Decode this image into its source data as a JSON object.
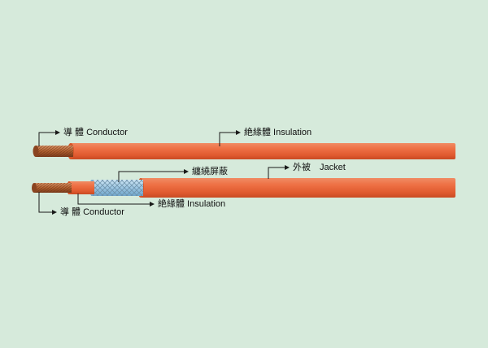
{
  "labels": {
    "conductor_top": "導 體 Conductor",
    "insulation_top": "絶緣體 Insulation",
    "shield": "纏繞屏蔽",
    "jacket": "外被　Jacket",
    "insulation_bottom": "絶緣體 Insulation",
    "conductor_bottom": "導 體 Conductor"
  },
  "colors": {
    "background": "#d6eadb",
    "jacket": "#e8653a",
    "copper": "#b5653a",
    "shield": "#9fc9e4"
  }
}
